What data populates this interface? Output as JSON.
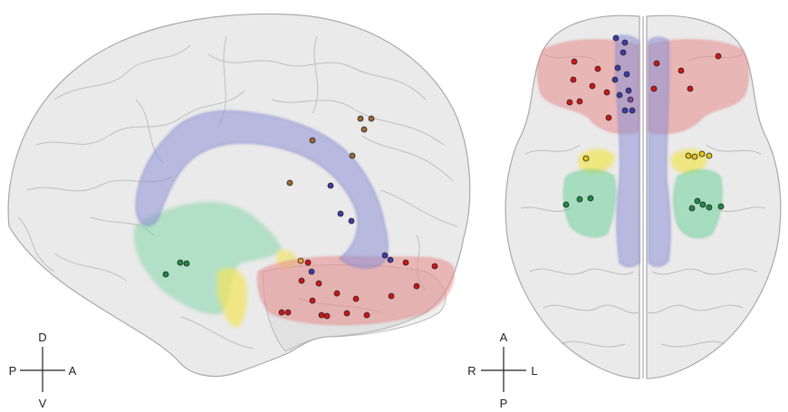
{
  "orientation": {
    "lateral": {
      "up": "D",
      "down": "V",
      "left": "P",
      "right": "A"
    },
    "axial": {
      "up": "A",
      "down": "P",
      "left": "R",
      "right": "L"
    }
  },
  "colors": {
    "brain": "#c8c8c8",
    "prefrontal_red": "#e98b8b",
    "cingulate_blue": "#8c8fd6",
    "insula_green": "#6fd39a",
    "yellow_region": "#f2e45c",
    "dot_red": "#d01515",
    "dot_blue": "#3b3ea8",
    "dot_green": "#1e8a44",
    "dot_brown": "#9a6a32",
    "dot_yellow": "#e0c21a",
    "dot_purple": "#7a4c9c"
  }
}
